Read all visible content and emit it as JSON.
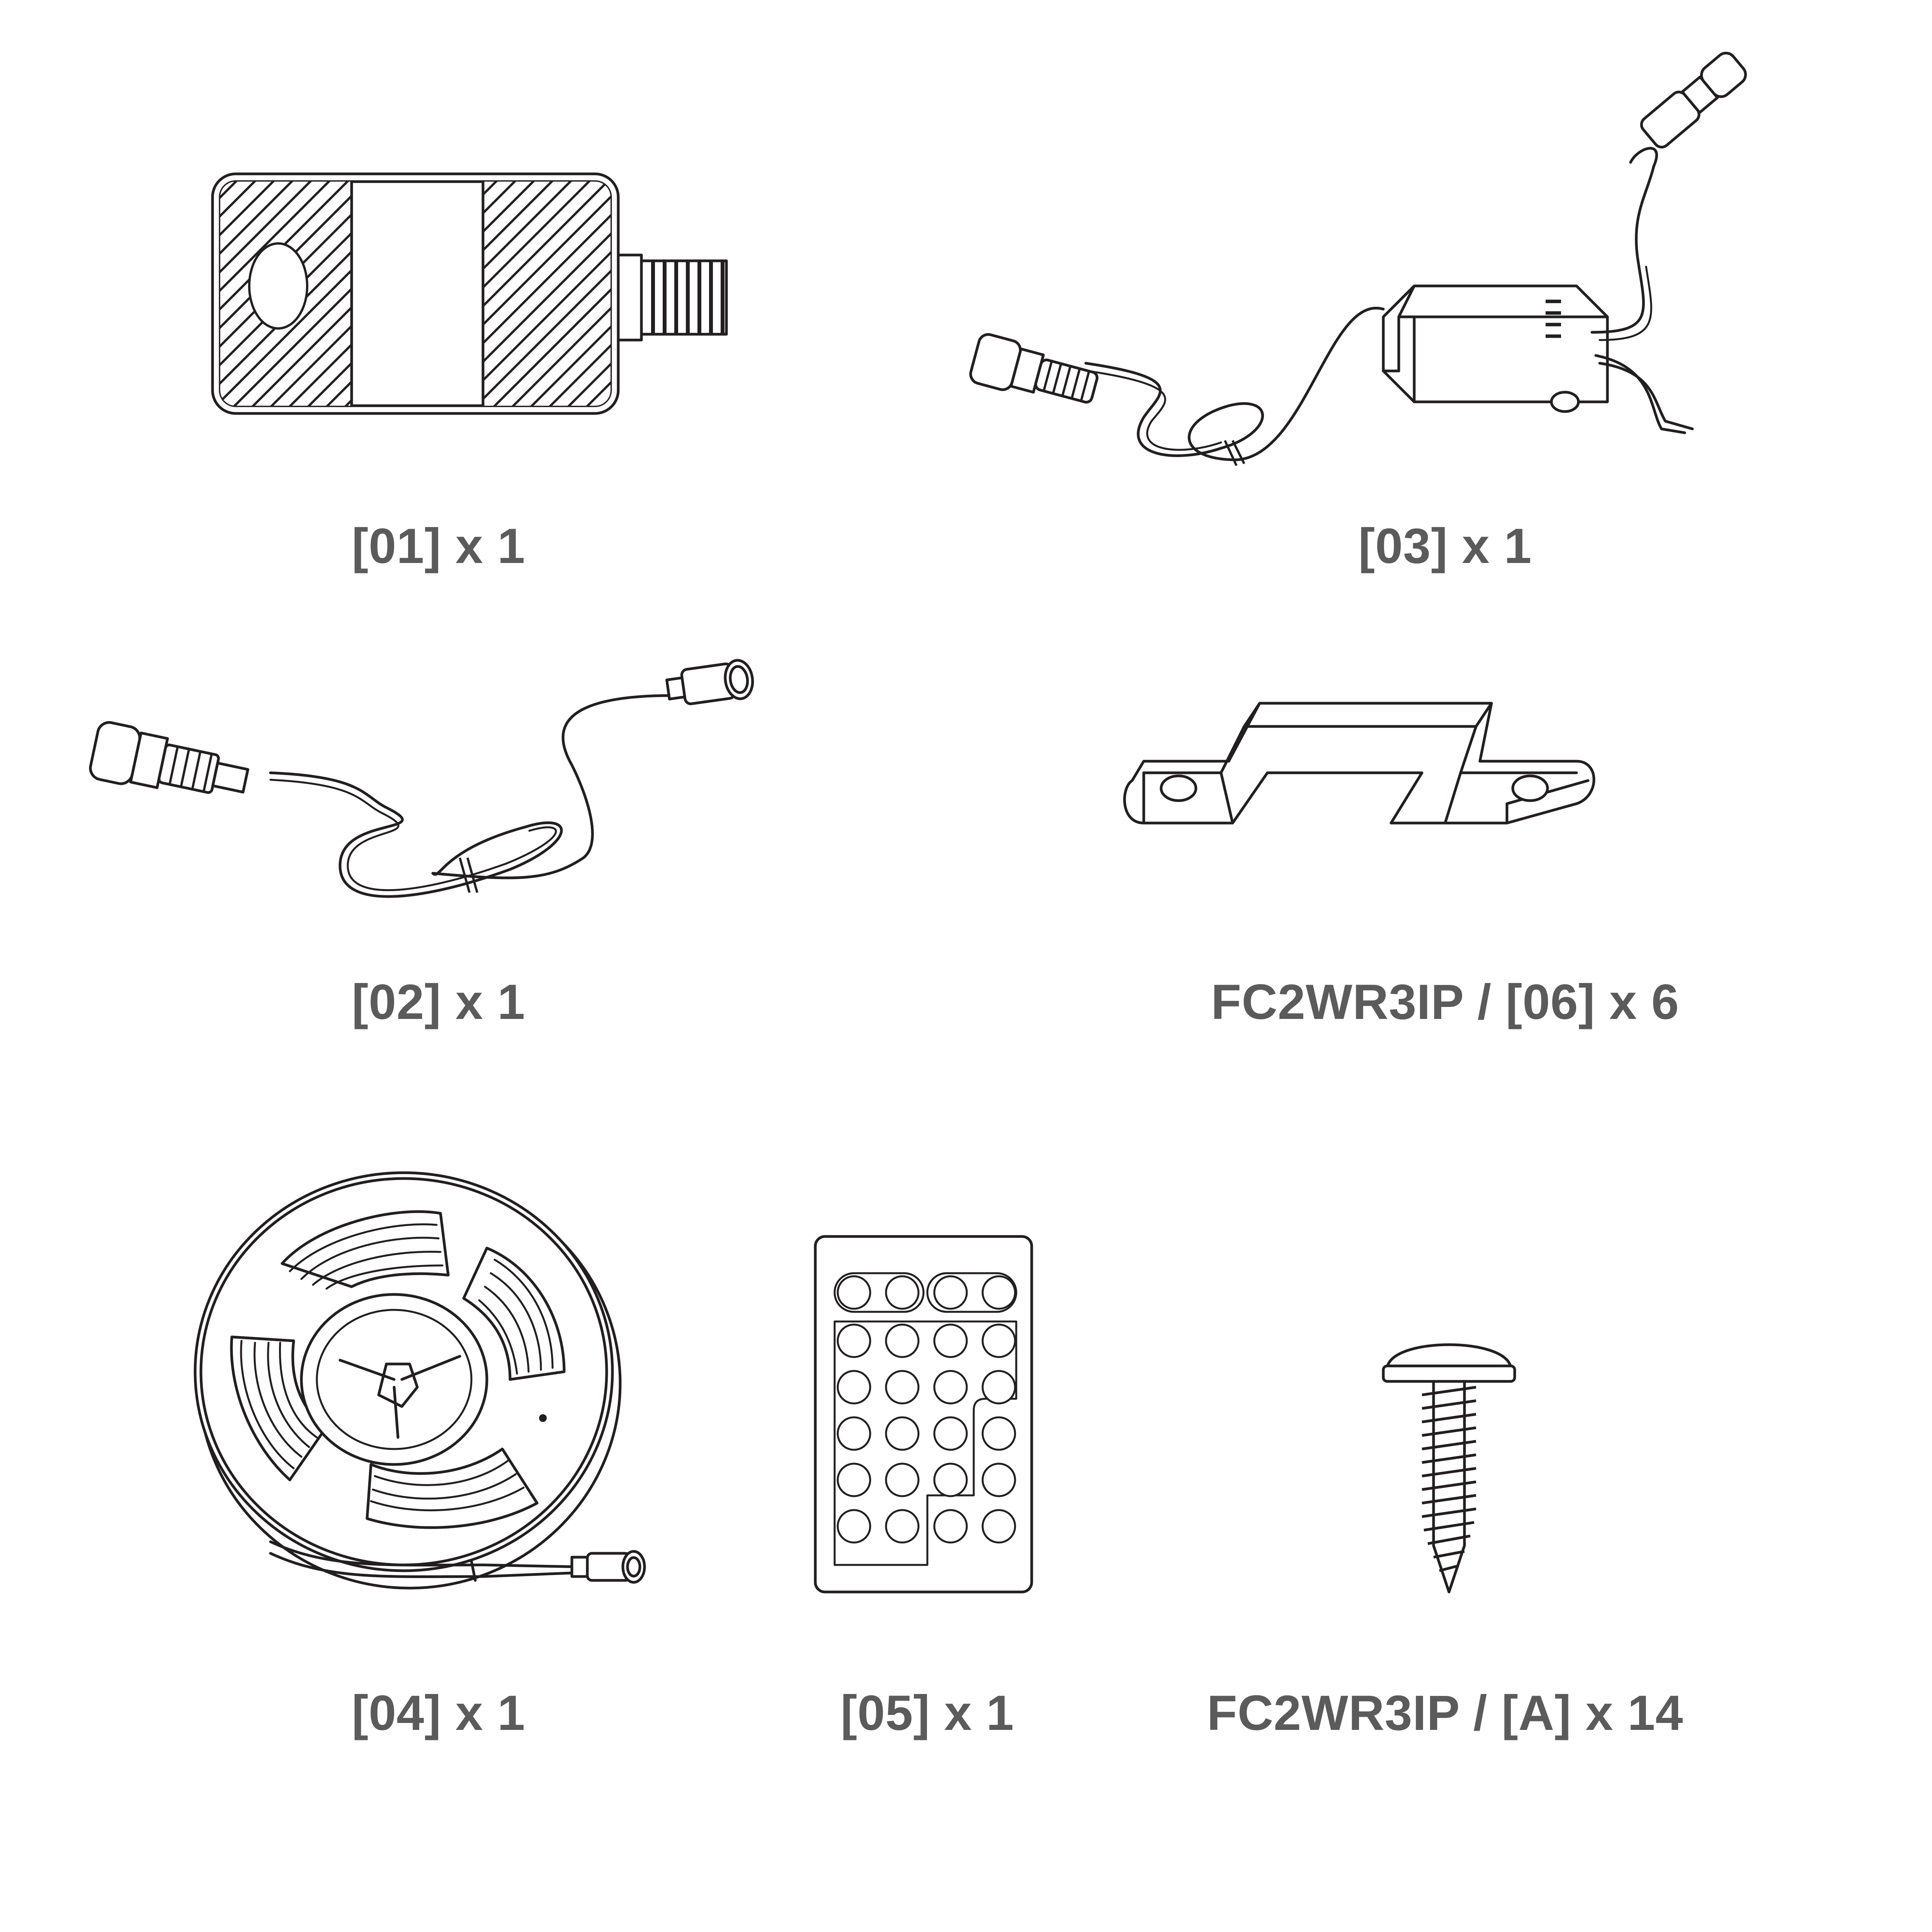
{
  "parts": [
    {
      "id": "01",
      "caption": "[01] x 1",
      "icon": "power-adapter"
    },
    {
      "id": "03",
      "caption": "[03] x 1",
      "icon": "controller-module"
    },
    {
      "id": "02",
      "caption": "[02] x 1",
      "icon": "extension-cable"
    },
    {
      "id": "06",
      "caption": "FC2WR3IP / [06] x 6",
      "icon": "mounting-clip"
    },
    {
      "id": "04",
      "caption": "[04] x 1",
      "icon": "led-strip-reel"
    },
    {
      "id": "05",
      "caption": "[05] x 1",
      "icon": "remote-control"
    },
    {
      "id": "A",
      "caption": "FC2WR3IP / [A] x 14",
      "icon": "screw"
    }
  ],
  "colors": {
    "caption": "#5b5b5b",
    "line": "#231f20"
  }
}
